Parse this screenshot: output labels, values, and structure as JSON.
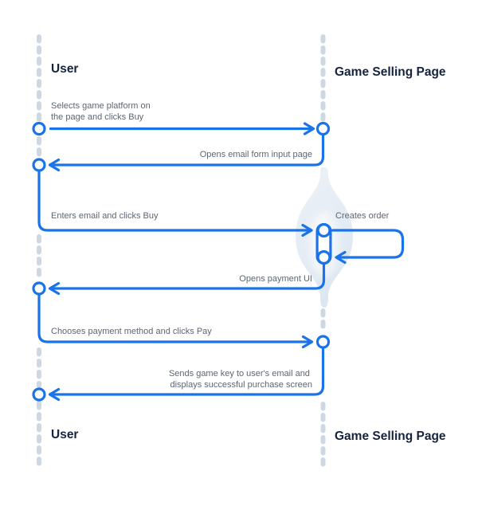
{
  "diagram": {
    "type": "sequence",
    "actors": {
      "user": "User",
      "page": "Game Selling Page"
    },
    "messages": {
      "m1": {
        "from": "User",
        "to": "Game Selling Page",
        "line1": "Selects game platform on",
        "line2": "the page and clicks Buy"
      },
      "m2": {
        "from": "Game Selling Page",
        "to": "User",
        "label": "Opens email form input page"
      },
      "m3": {
        "from": "User",
        "to": "Game Selling Page",
        "label": "Enters email and clicks Buy"
      },
      "m4": {
        "from": "Game Selling Page",
        "to": "Game Selling Page",
        "label": "Creates order"
      },
      "m5": {
        "from": "Game Selling Page",
        "to": "User",
        "label": "Opens payment UI"
      },
      "m6": {
        "from": "User",
        "to": "Game Selling Page",
        "label": "Chooses payment method and clicks Pay"
      },
      "m7": {
        "from": "Game Selling Page",
        "to": "User",
        "line1": "Sends game key to user's email and",
        "line2": "displays successful purchase screen"
      }
    },
    "colors": {
      "arrow": "#1a73e8",
      "lifeline": "#cdd8e2",
      "actor_text": "#15233f",
      "message_text": "#5d6673",
      "activation_fill": "#e7edf4"
    }
  }
}
